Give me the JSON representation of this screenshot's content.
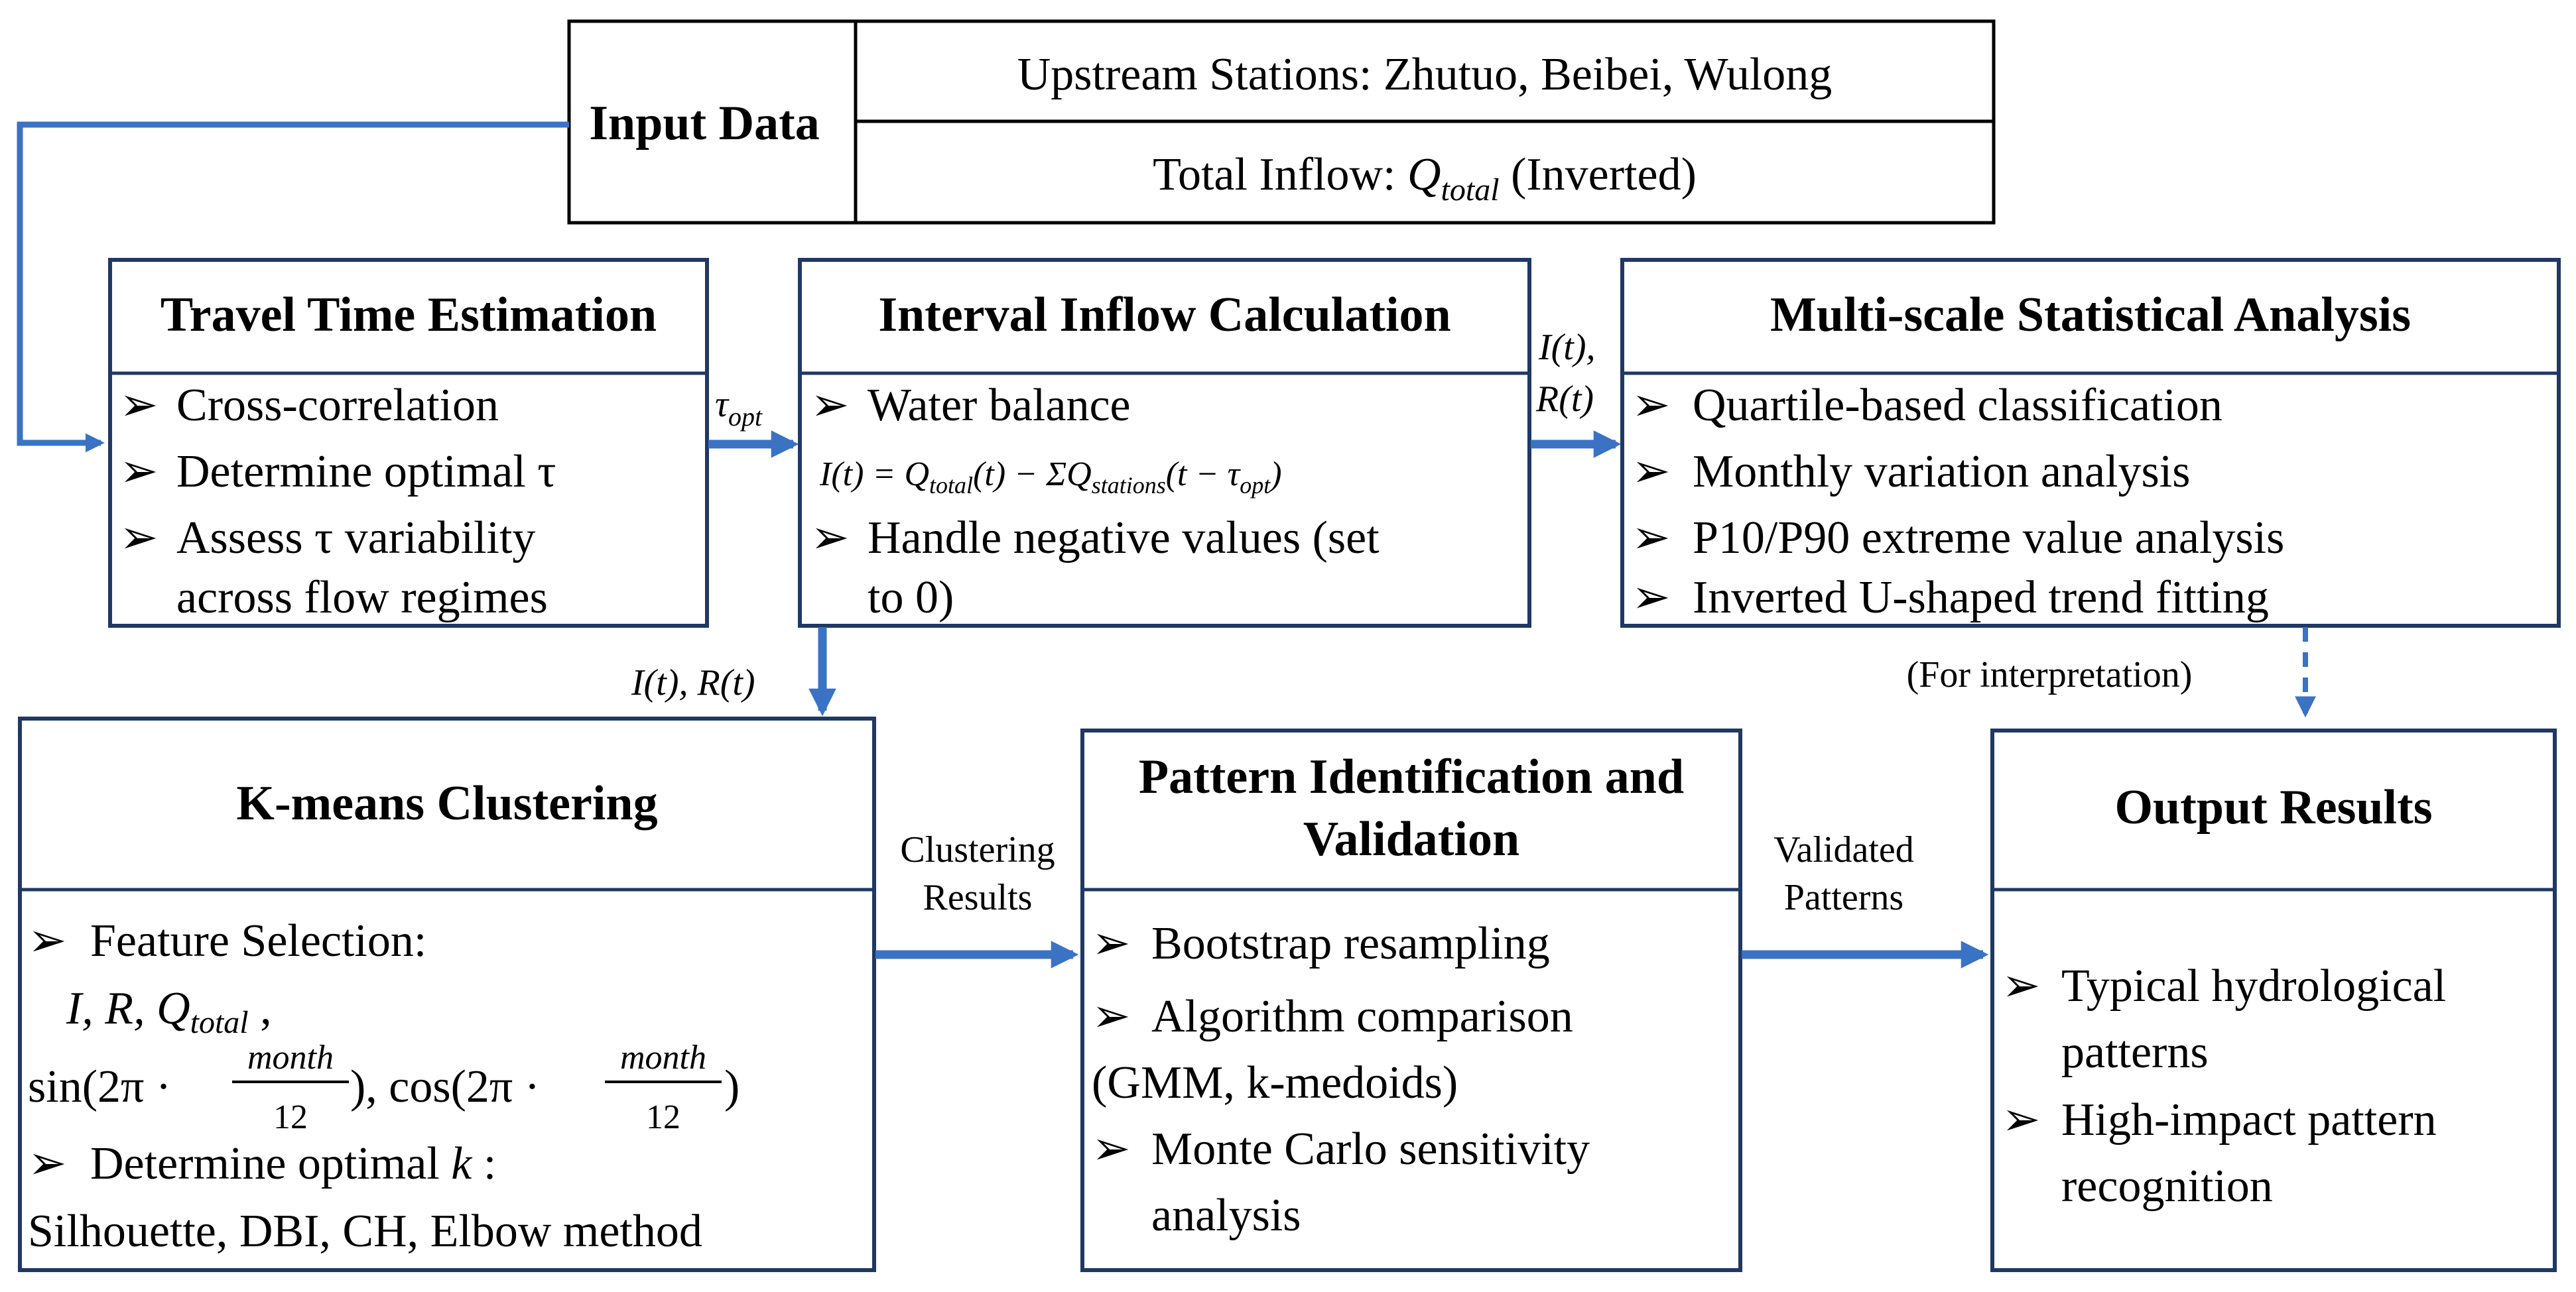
{
  "input": {
    "label": "Input Data",
    "upstream": "Upstream Stations: Zhutuo,  Beibei, Wulong",
    "total_prefix": "Total Inflow:  ",
    "total_Q": "Q",
    "total_sub": "total",
    "total_suffix": " (Inverted)"
  },
  "travel": {
    "title": "Travel Time Estimation",
    "bullets": [
      "Cross-correlation",
      "Determine optimal τ",
      "Assess τ variability",
      "across flow regimes"
    ]
  },
  "interval": {
    "title": "Interval Inflow Calculation",
    "b1": "Water balance",
    "eq": {
      "a": "I(t) = Q",
      "s1": "total",
      "b": "(t) − ΣQ",
      "s2": "stations",
      "c": "(t − τ",
      "s3": "opt",
      "d": ")"
    },
    "b2a": "Handle negative values (set",
    "b2b": "to 0)"
  },
  "multi": {
    "title": "Multi-scale Statistical Analysis",
    "bullets": [
      "Quartile-based classification",
      "Monthly variation analysis",
      "P10/P90 extreme value analysis",
      "Inverted U-shaped trend fitting"
    ]
  },
  "kmeans": {
    "title": "K-means Clustering",
    "fs": "Feature Selection:",
    "vars_a": "I, R, Q",
    "vars_sub": "total",
    "vars_end": " ,",
    "sin": "sin(2π · ",
    "mid": "), cos(2π · ",
    "end": ")",
    "frac_num": "month",
    "frac_den": "12",
    "det": "Determine optimal ",
    "det_k": "k",
    "det_end": " :",
    "methods": "Silhouette, DBI, CH, Elbow method"
  },
  "pattern": {
    "title1": "Pattern Identification and",
    "title2": "Validation",
    "bullets": [
      "Bootstrap resampling",
      "Algorithm comparison",
      "(GMM, k-medoids)",
      "Monte Carlo sensitivity",
      "analysis"
    ]
  },
  "output": {
    "title": "Output Results",
    "bullets": [
      "Typical hydrological",
      "patterns",
      "High-impact pattern",
      "recognition"
    ]
  },
  "labels": {
    "tau": "τ",
    "tau_sub": "opt",
    "it": "I(t),",
    "rt": "R(t)",
    "itrt": "I(t), R(t)",
    "clust1": "Clustering",
    "clust2": "Results",
    "valid1": "Validated",
    "valid2": "Patterns",
    "interp": "(For interpretation)"
  },
  "colors": {
    "arrow": "#3a72c4",
    "border": "#1f3864"
  }
}
